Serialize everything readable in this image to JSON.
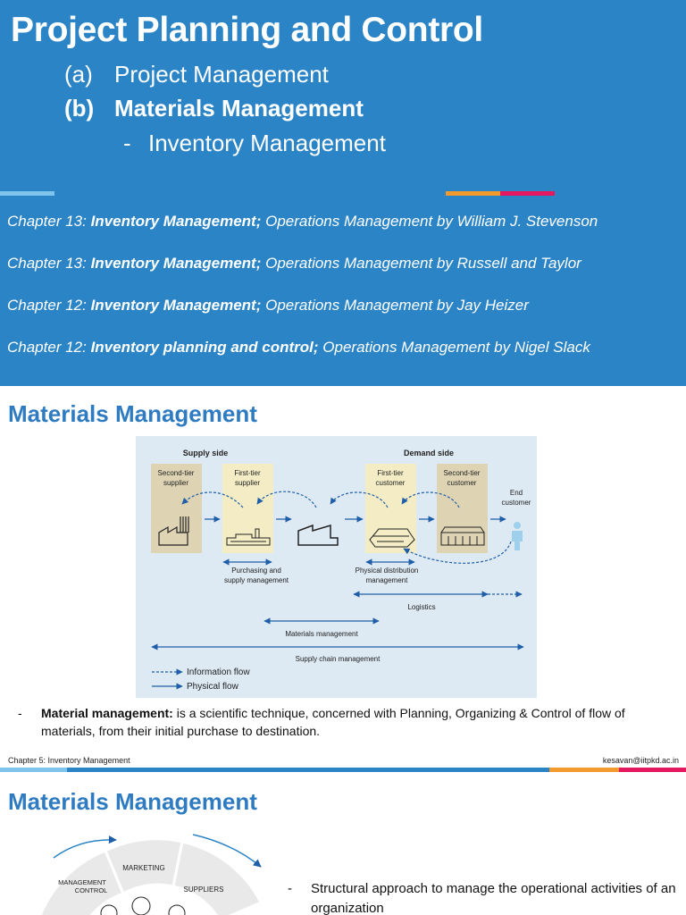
{
  "slide1": {
    "title": "Project Planning and Control",
    "item_a_label": "(a)",
    "item_a_text": "Project Management",
    "item_b_label": "(b)",
    "item_b_text": "Materials Management",
    "sub_dash": "-",
    "sub_text": "Inventory Management",
    "references": [
      {
        "chapter": "Chapter 13: ",
        "topic": "Inventory Management;",
        "book": " Operations Management by William J. Stevenson"
      },
      {
        "chapter": "Chapter 13: ",
        "topic": "Inventory Management;",
        "book": " Operations Management by Russell and Taylor"
      },
      {
        "chapter": "Chapter 12: ",
        "topic": "Inventory Management;",
        "book": " Operations Management by Jay Heizer"
      },
      {
        "chapter": "Chapter 12: ",
        "topic": "Inventory planning and control;",
        "book": " Operations Management by Nigel Slack"
      }
    ],
    "colors": {
      "background": "#2b84c6",
      "accent_light": "#7fc4ec",
      "accent_orange": "#f29a2e",
      "accent_pink": "#e5175e"
    }
  },
  "slide2": {
    "heading": "Materials Management",
    "diagram": {
      "supply_side": "Supply side",
      "demand_side": "Demand side",
      "second_tier_supplier": [
        "Second-tier",
        "supplier"
      ],
      "first_tier_supplier": [
        "First-tier",
        "supplier"
      ],
      "first_tier_customer": [
        "First-tier",
        "customer"
      ],
      "second_tier_customer": [
        "Second-tier",
        "customer"
      ],
      "end_customer": [
        "End",
        "customer"
      ],
      "purchasing": [
        "Purchasing and",
        "supply management"
      ],
      "physical_distribution": [
        "Physical distribution",
        "management"
      ],
      "logistics": "Logistics",
      "materials_management": "Materials management",
      "supply_chain_management": "Supply chain management",
      "legend_information": "Information flow",
      "legend_physical": "Physical flow"
    },
    "bullet_dash": "-",
    "bullet_bold": "Material management:",
    "bullet_text": " is a scientific technique, concerned with Planning, Organizing & Control of flow of materials, from their initial purchase to destination.",
    "footer_left": "Chapter 5: Inventory Management",
    "footer_right": "kesavan@iitpkd.ac.in"
  },
  "slide3": {
    "heading": "Materials Management",
    "wheel": {
      "marketing": "MARKETING",
      "management": "MANAGEMENT",
      "control": "CONTROL",
      "suppliers": "SUPPLIERS"
    },
    "bullet_dash": "-",
    "bullet_text": "Structural approach to manage the operational activities of an organization"
  }
}
